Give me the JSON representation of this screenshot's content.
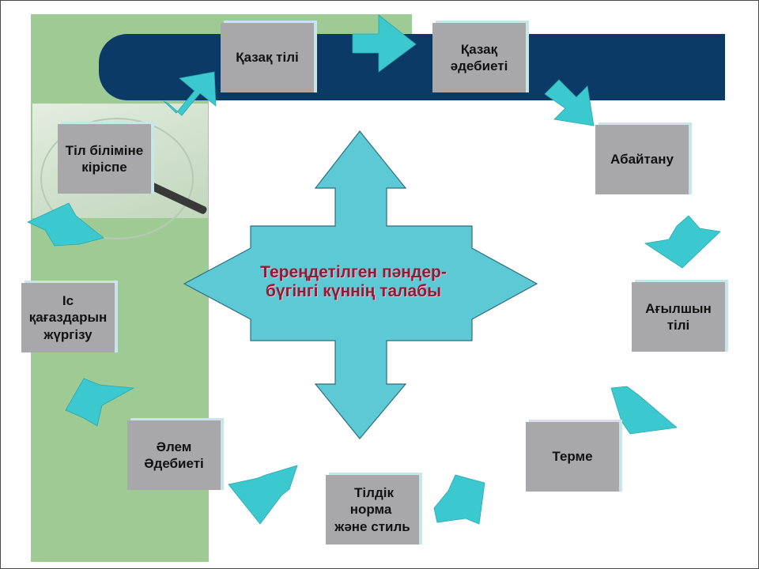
{
  "colors": {
    "green_panel": "#9ecb94",
    "blue_bar": "#0c3a66",
    "box_fill": "#a8a8aa",
    "arrow_fill": "#3cc8cf",
    "cross_fill": "#5cc9d4",
    "center_text": "#8b1d3b"
  },
  "center": {
    "line1": "Тереңдетілген пәндер-",
    "line2": "бүгінгі күннің талабы"
  },
  "boxes": {
    "kazakh_language": "Қазақ тілі",
    "kazakh_literature_1": "Қазақ",
    "kazakh_literature_2": "әдебиеті",
    "abai_studies": "Абайтану",
    "english_1": "Ағылшын",
    "english_2": "тілі",
    "terme": "Терме",
    "language_norm_1": "Тілдік норма",
    "language_norm_2": "және стиль",
    "world_literature_1": "Әлем",
    "world_literature_2": "Әдебиеті",
    "records_management_1": "Іс",
    "records_management_2": "қағаздарын",
    "records_management_3": "жүргізу",
    "intro_linguistics_1": "Тіл біліміне",
    "intro_linguistics_2": "кіріспе"
  },
  "icons": {
    "flow_arrow": "block-arrow-icon",
    "center_shape": "four-way-arrow-icon",
    "background_image": "clock-photo"
  }
}
